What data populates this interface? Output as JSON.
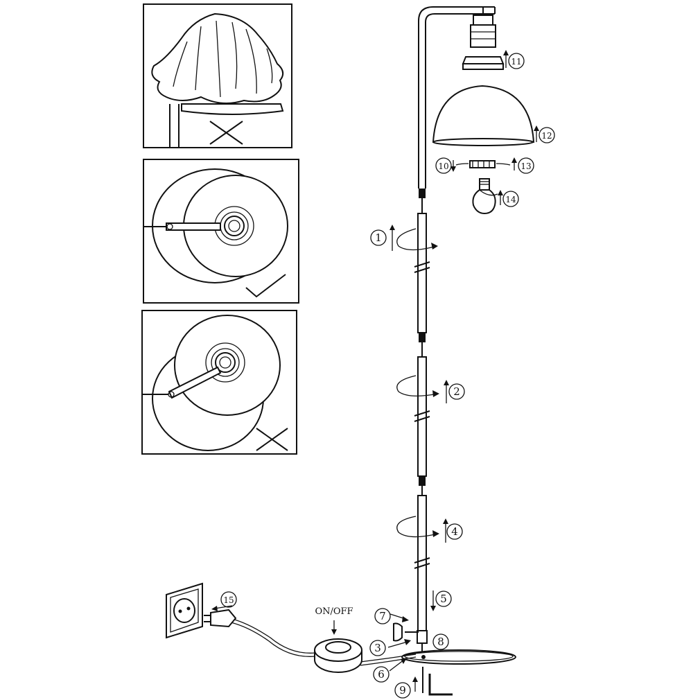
{
  "diagram": {
    "switch_label": "ON/OFF",
    "callouts": [
      "1",
      "2",
      "3",
      "4",
      "5",
      "6",
      "7",
      "8",
      "9",
      "10",
      "11",
      "12",
      "13",
      "14",
      "15"
    ],
    "panels": [
      {
        "id": "shade-covered",
        "verdict": "incorrect",
        "mark": "cross"
      },
      {
        "id": "cable-centered",
        "verdict": "correct",
        "mark": "check"
      },
      {
        "id": "cable-offset",
        "verdict": "incorrect",
        "mark": "cross"
      }
    ]
  }
}
